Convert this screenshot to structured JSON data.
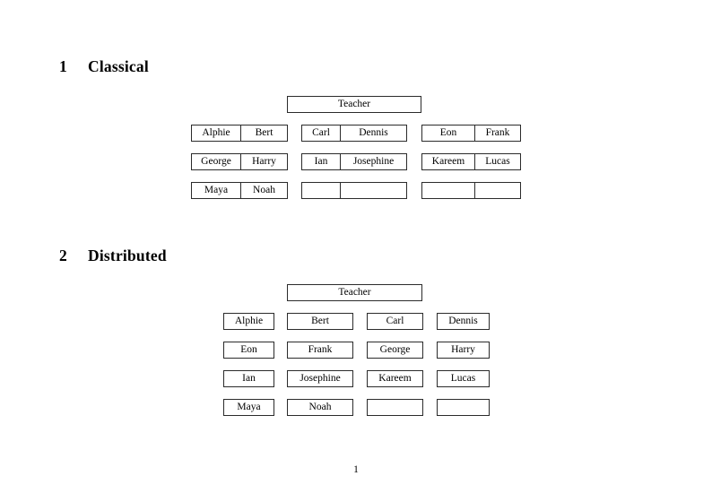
{
  "document": {
    "page_number": "1",
    "background_color": "#ffffff",
    "text_color": "#000000",
    "border_color": "#2b2b2b"
  },
  "sections": [
    {
      "number": "1",
      "title": "Classical",
      "teacher": {
        "label": "Teacher"
      },
      "layout": "paired-cells",
      "groups": [
        {
          "name": "left-column",
          "rows": [
            {
              "cells": [
                "Alphie",
                "Bert"
              ]
            },
            {
              "cells": [
                "George",
                "Harry"
              ]
            },
            {
              "cells": [
                "Maya",
                "Noah"
              ]
            }
          ]
        },
        {
          "name": "middle-column",
          "rows": [
            {
              "cells": [
                "Carl",
                "Dennis"
              ]
            },
            {
              "cells": [
                "Ian",
                "Josephine"
              ]
            },
            {
              "cells": [
                "",
                ""
              ]
            }
          ]
        },
        {
          "name": "right-column",
          "rows": [
            {
              "cells": [
                "Eon",
                "Frank"
              ]
            },
            {
              "cells": [
                "Kareem",
                "Lucas"
              ]
            },
            {
              "cells": [
                "",
                ""
              ]
            }
          ]
        }
      ]
    },
    {
      "number": "2",
      "title": "Distributed",
      "teacher": {
        "label": "Teacher"
      },
      "layout": "single-cells",
      "rows": [
        {
          "cells": [
            "Alphie",
            "Bert",
            "Carl",
            "Dennis"
          ]
        },
        {
          "cells": [
            "Eon",
            "Frank",
            "George",
            "Harry"
          ]
        },
        {
          "cells": [
            "Ian",
            "Josephine",
            "Kareem",
            "Lucas"
          ]
        },
        {
          "cells": [
            "Maya",
            "Noah",
            "",
            ""
          ]
        }
      ]
    }
  ]
}
